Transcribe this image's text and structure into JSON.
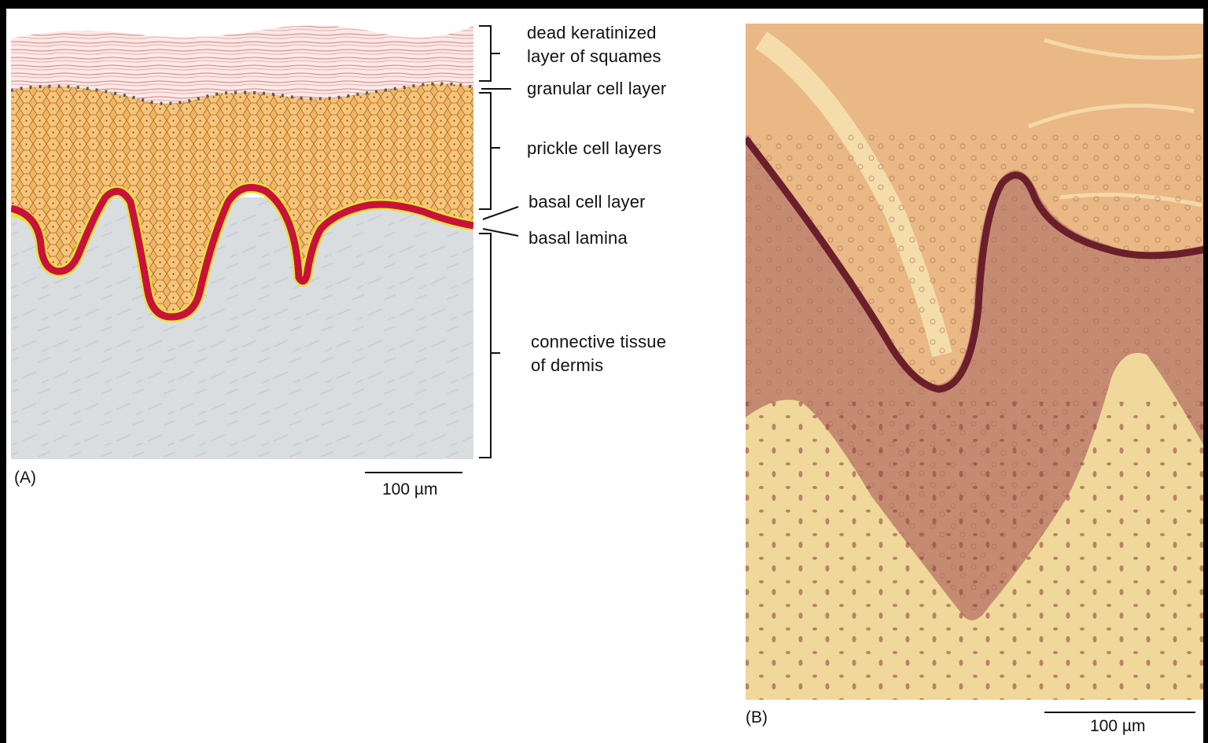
{
  "panel_a": {
    "tag": "(A)",
    "labels": {
      "dead_layer": "dead keratinized\nlayer of squames",
      "granular": "granular cell layer",
      "prickle": "prickle cell layers",
      "basal_cell": "basal cell layer",
      "basal_lamina": "basal lamina",
      "connective": "connective tissue\nof dermis"
    },
    "scale_bar": "100 µm"
  },
  "panel_b": {
    "tag": "(B)",
    "scale_bar": "100 µm"
  },
  "colors": {
    "keratin_stroke": "#d98a8a",
    "prickle_fill": "#f1b25e",
    "basal_cell": "#c8123a",
    "basal_lamina": "#e6e23a",
    "dermis": "#d9dde0",
    "micro_bg": "#e8c98a",
    "micro_epidermis": "#c98a6a",
    "micro_dark_band": "#6b1f2a"
  }
}
